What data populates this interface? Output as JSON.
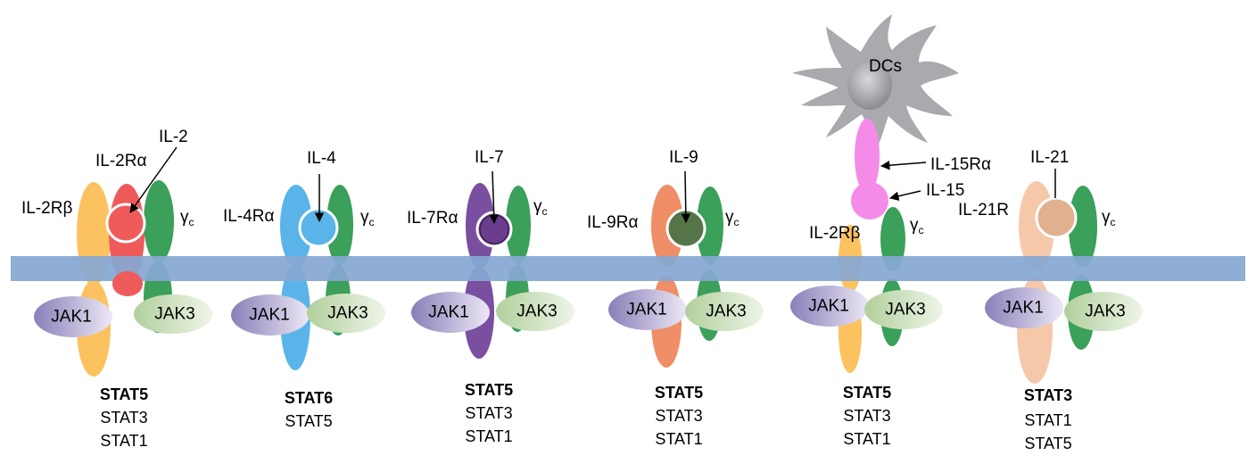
{
  "membrane": {
    "color": "#86a8d2"
  },
  "colors": {
    "il2ra": "#ef5b5b",
    "il2rb": "#fcc25f",
    "gamma_c": "#3aa05a",
    "il4ra": "#5ab4ea",
    "il7ra": "#7a4f9f",
    "il9ra": "#ef8e67",
    "il15ra": "#f58be8",
    "il21r": "#f6c8aa",
    "dc": "#a9a9ae",
    "il2": "#ef5b5b",
    "il4": "#5ab4ea",
    "il7": "#6a3d8d",
    "il9": "#557548",
    "il21": "#e0b090"
  },
  "complexes": [
    {
      "alpha_label": "IL-2Rα",
      "beta_label": "IL-2Rβ",
      "cytokine_label": "IL-2",
      "gamma_label": "γ",
      "gamma_sub": "c",
      "jak_left": "JAK1",
      "jak_right": "JAK3",
      "stats": [
        "STAT5",
        "STAT3",
        "STAT1"
      ]
    },
    {
      "alpha_label": "IL-4Rα",
      "cytokine_label": "IL-4",
      "gamma_label": "γ",
      "gamma_sub": "c",
      "jak_left": "JAK1",
      "jak_right": "JAK3",
      "stats": [
        "STAT6",
        "STAT5"
      ]
    },
    {
      "alpha_label": "IL-7Rα",
      "cytokine_label": "IL-7",
      "gamma_label": "γ",
      "gamma_sub": "c",
      "jak_left": "JAK1",
      "jak_right": "JAK3",
      "stats": [
        "STAT5",
        "STAT3",
        "STAT1"
      ]
    },
    {
      "alpha_label": "IL-9Rα",
      "cytokine_label": "IL-9",
      "gamma_label": "γ",
      "gamma_sub": "c",
      "jak_left": "JAK1",
      "jak_right": "JAK3",
      "stats": [
        "STAT5",
        "STAT3",
        "STAT1"
      ]
    },
    {
      "cell_label": "DCs",
      "alpha_label": "IL-15Rα",
      "cytokine_label": "IL-15",
      "beta_label": "IL-2Rβ",
      "gamma_label": "γ",
      "gamma_sub": "c",
      "jak_left": "JAK1",
      "jak_right": "JAK3",
      "stats": [
        "STAT5",
        "STAT3",
        "STAT1"
      ]
    },
    {
      "alpha_label": "IL-21R",
      "cytokine_label": "IL-21",
      "gamma_label": "γ",
      "gamma_sub": "c",
      "jak_left": "JAK1",
      "jak_right": "JAK3",
      "stats": [
        "STAT3",
        "STAT1",
        "STAT5"
      ]
    }
  ]
}
